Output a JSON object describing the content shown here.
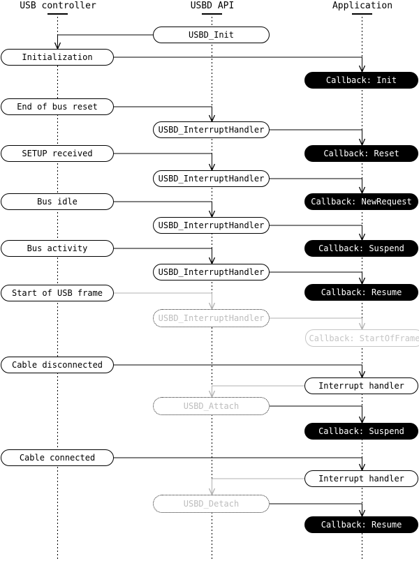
{
  "diagram": {
    "columns": [
      {
        "title": "USB controller"
      },
      {
        "title": "USBD API"
      },
      {
        "title": "Application"
      }
    ],
    "nodes": [
      {
        "label": "USBD_Init"
      },
      {
        "label": "Initialization"
      },
      {
        "label": "Callback: Init"
      },
      {
        "label": "End of bus reset"
      },
      {
        "label": "USBD_InterruptHandler"
      },
      {
        "label": "SETUP received"
      },
      {
        "label": "Callback: Reset"
      },
      {
        "label": "USBD_InterruptHandler"
      },
      {
        "label": "Bus idle"
      },
      {
        "label": "Callback: NewRequest"
      },
      {
        "label": "USBD_InterruptHandler"
      },
      {
        "label": "Bus activity"
      },
      {
        "label": "Callback: Suspend"
      },
      {
        "label": "USBD_InterruptHandler"
      },
      {
        "label": "Start of USB frame"
      },
      {
        "label": "Callback: Resume"
      },
      {
        "label": "USBD_InterruptHandler"
      },
      {
        "label": "Callback: StartOfFrame"
      },
      {
        "label": "Cable disconnected"
      },
      {
        "label": "Interrupt handler"
      },
      {
        "label": "USBD_Attach"
      },
      {
        "label": "Callback: Suspend"
      },
      {
        "label": "Cable connected"
      },
      {
        "label": "Interrupt handler"
      },
      {
        "label": "USBD_Detach"
      },
      {
        "label": "Callback: Resume"
      }
    ],
    "colors": {
      "line_black": "#000000",
      "line_gray": "#b0b0b0",
      "ghost_text": "#bdbdbd",
      "ghost_outline": "#c6c6c6",
      "callback_bg": "#000000",
      "callback_text": "#ffffff"
    }
  }
}
